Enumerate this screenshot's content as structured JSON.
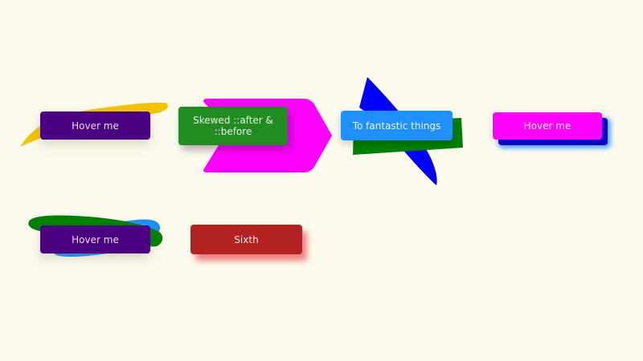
{
  "page": {
    "background": "#fcfbee"
  },
  "buttons": [
    {
      "id": "b1",
      "label": "Hover me",
      "color": "#4b0082",
      "decoration": "yellow skewed swoosh",
      "decoration_color": "#f2c500"
    },
    {
      "id": "b2",
      "label": "Skewed ::after & ::before",
      "label_line1": "Skewed ::after &",
      "label_line2": "::before",
      "color": "#228b22",
      "decoration": "magenta chevron arrow",
      "decoration_color": "#ff00ff"
    },
    {
      "id": "b3",
      "label": "To fantastic things",
      "color": "#1e90ff",
      "decoration": "green tilted rectangle and blue triangle",
      "decoration_colors": [
        "#008000",
        "#0000ff"
      ]
    },
    {
      "id": "b4",
      "label": "Hover me",
      "color": "#ff00ff",
      "decoration": "blue offset shadow with glow",
      "decoration_color": "#0000cd"
    },
    {
      "id": "b5",
      "label": "Hover me",
      "color": "#4b0082",
      "decoration": "green and blue blobs",
      "decoration_colors": [
        "#008000",
        "#1e90ff"
      ]
    },
    {
      "id": "b6",
      "label": "Sixth",
      "color": "#b22222",
      "decoration": "red glow shadow",
      "decoration_color": "#e63c46"
    }
  ]
}
